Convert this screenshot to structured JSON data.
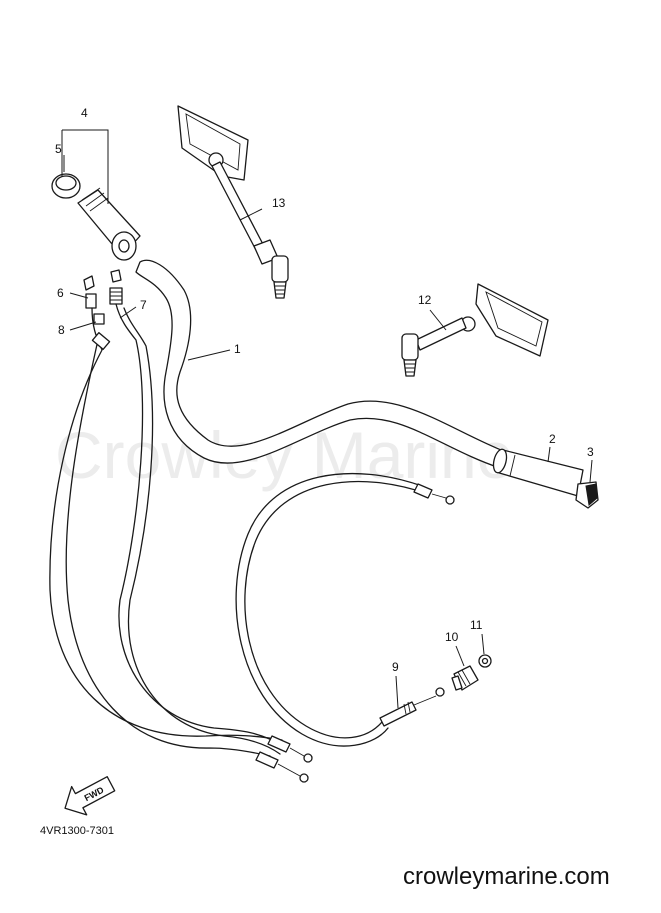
{
  "watermark": "Crowley Marine",
  "diagram_code": "4VR1300-7301",
  "website": "crowleymarine.com",
  "fwd_label": "FWD",
  "callouts": {
    "c1": "1",
    "c2": "2",
    "c3": "3",
    "c4": "4",
    "c5": "5",
    "c6": "6",
    "c7": "7",
    "c8": "8",
    "c9": "9",
    "c10": "10",
    "c11": "11",
    "c12": "12",
    "c13": "13"
  }
}
